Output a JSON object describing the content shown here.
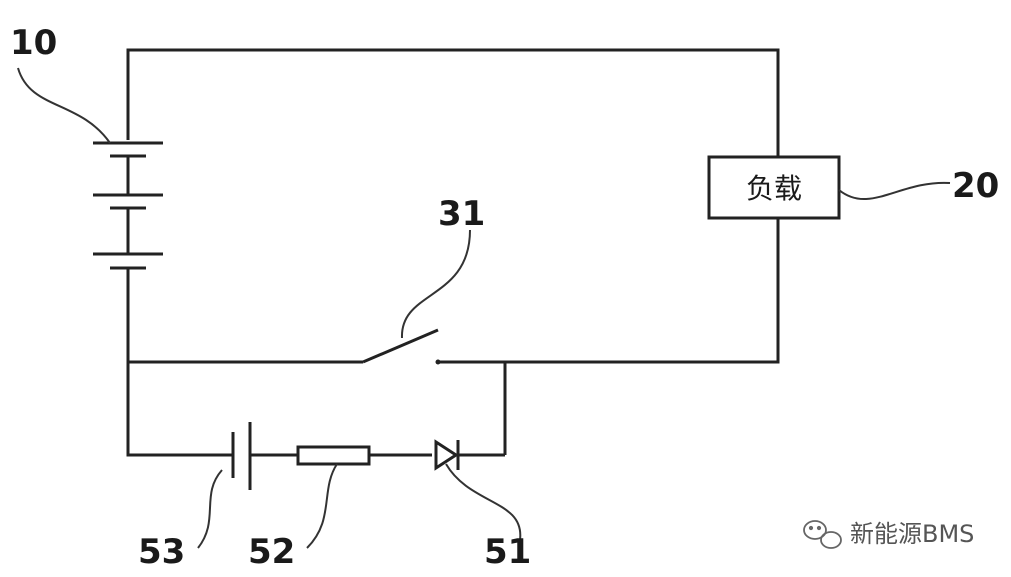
{
  "labels": {
    "battery": "10",
    "load_ref": "20",
    "switch": "31",
    "diode": "51",
    "resistor": "52",
    "capacitor": "53"
  },
  "load_box": {
    "text": "负载"
  },
  "watermark": {
    "text": "新能源BMS",
    "icon": "wechat-icon"
  }
}
